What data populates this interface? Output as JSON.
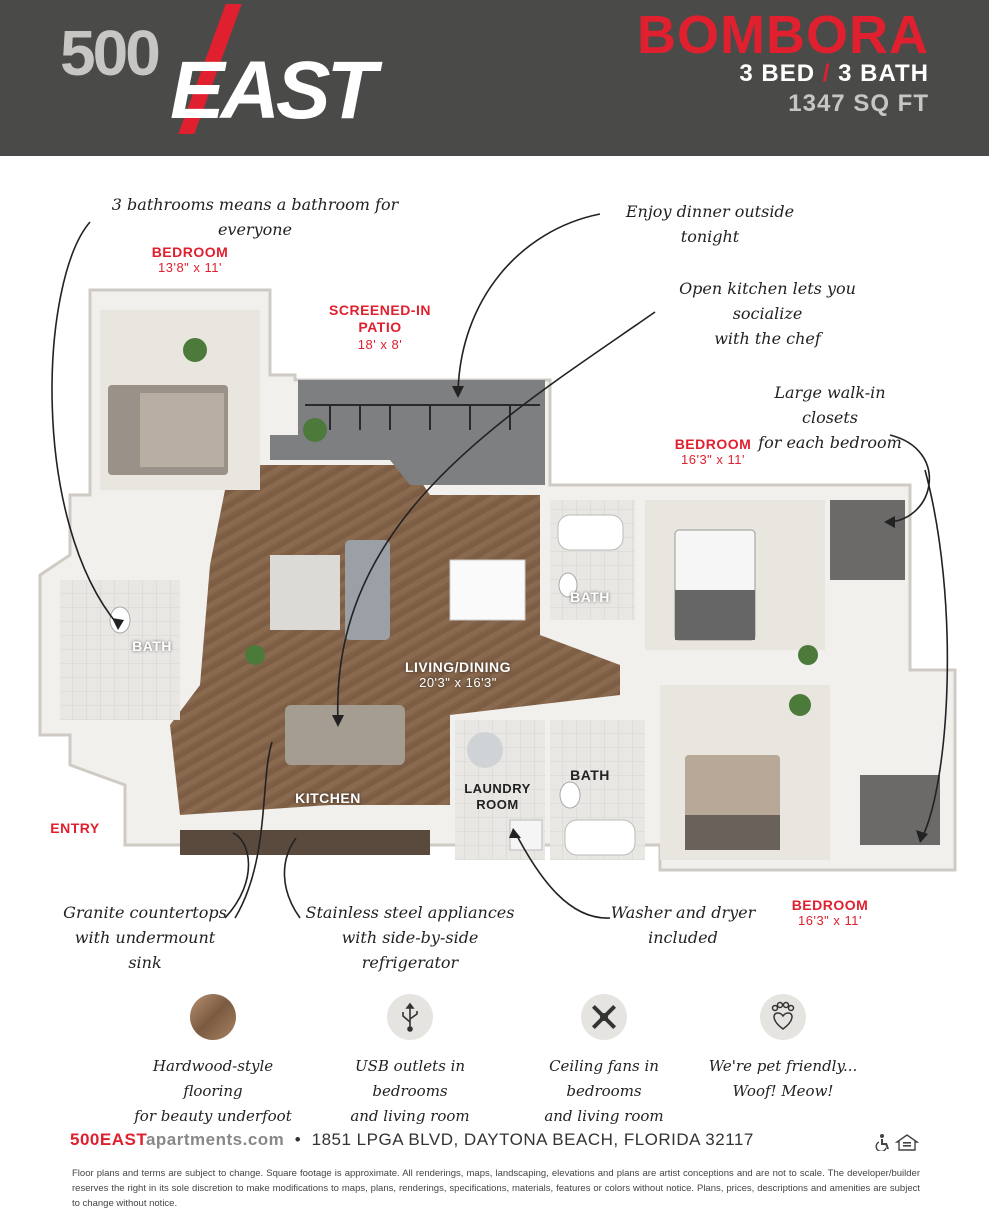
{
  "brand": {
    "num": "500",
    "word": "EAST"
  },
  "plan": {
    "name": "BOMBORA",
    "beds": "3 BED",
    "slash": "/",
    "baths": "3 BATH",
    "sqft": "1347 SQ FT"
  },
  "rooms": {
    "bedroom1": {
      "name": "BEDROOM",
      "dim": "13'8\" x 11'"
    },
    "patio": {
      "name1": "SCREENED-IN",
      "name2": "PATIO",
      "dim": "18' x 8'"
    },
    "bedroom2": {
      "name": "BEDROOM",
      "dim": "16'3\" x 11'"
    },
    "bath_right": "BATH",
    "bath_left": "BATH",
    "living": {
      "name": "LIVING/DINING",
      "dim": "20'3\" x 16'3\""
    },
    "laundry1": "LAUNDRY",
    "laundry2": "ROOM",
    "bath_mid": "BATH",
    "kitchen": "KITCHEN",
    "entry": "ENTRY",
    "bedroom3": {
      "name": "BEDROOM",
      "dim": "16'3\" x 11'"
    }
  },
  "notes": {
    "bathrooms": "3 bathrooms means a bathroom for everyone",
    "dinner": "Enjoy dinner outside tonight",
    "kitchen1": "Open kitchen lets you socialize",
    "kitchen2": "with the chef",
    "closets1": "Large walk-in closets",
    "closets2": "for each bedroom",
    "granite1": "Granite countertops",
    "granite2": "with undermount sink",
    "steel1": "Stainless steel appliances",
    "steel2": "with side-by-side refrigerator",
    "washer1": "Washer and dryer",
    "washer2": "included"
  },
  "features": [
    {
      "icon": "wood-swatch-icon",
      "line1": "Hardwood-style flooring",
      "line2": "for beauty underfoot"
    },
    {
      "icon": "usb-icon",
      "line1": "USB outlets in bedrooms",
      "line2": "and living room"
    },
    {
      "icon": "ceiling-fan-icon",
      "line1": "Ceiling fans in bedrooms",
      "line2": "and living room"
    },
    {
      "icon": "paw-heart-icon",
      "line1": "We're pet friendly...",
      "line2": "Woof! Meow!"
    }
  ],
  "footer": {
    "site_a": "500",
    "site_b": "EAST",
    "site_c": "apartments.com",
    "bullet": "•",
    "address": "1851 LPGA BLVD, DAYTONA BEACH, FLORIDA 32117",
    "disclaimer": "Floor plans and terms are subject to change. Square footage is approximate. All renderings, maps, landscaping, elevations and plans are artist conceptions and are not to scale. The developer/builder reserves the right in its sole discretion to make modifications to maps, plans, renderings, specifications, materials, features or colors without notice. Plans, prices, descriptions and amenities are subject to change without notice."
  },
  "colors": {
    "accent": "#e0202f",
    "header_bg": "#4a4a48",
    "floor": "#8a6a4f",
    "wall": "#f2f0ec"
  }
}
